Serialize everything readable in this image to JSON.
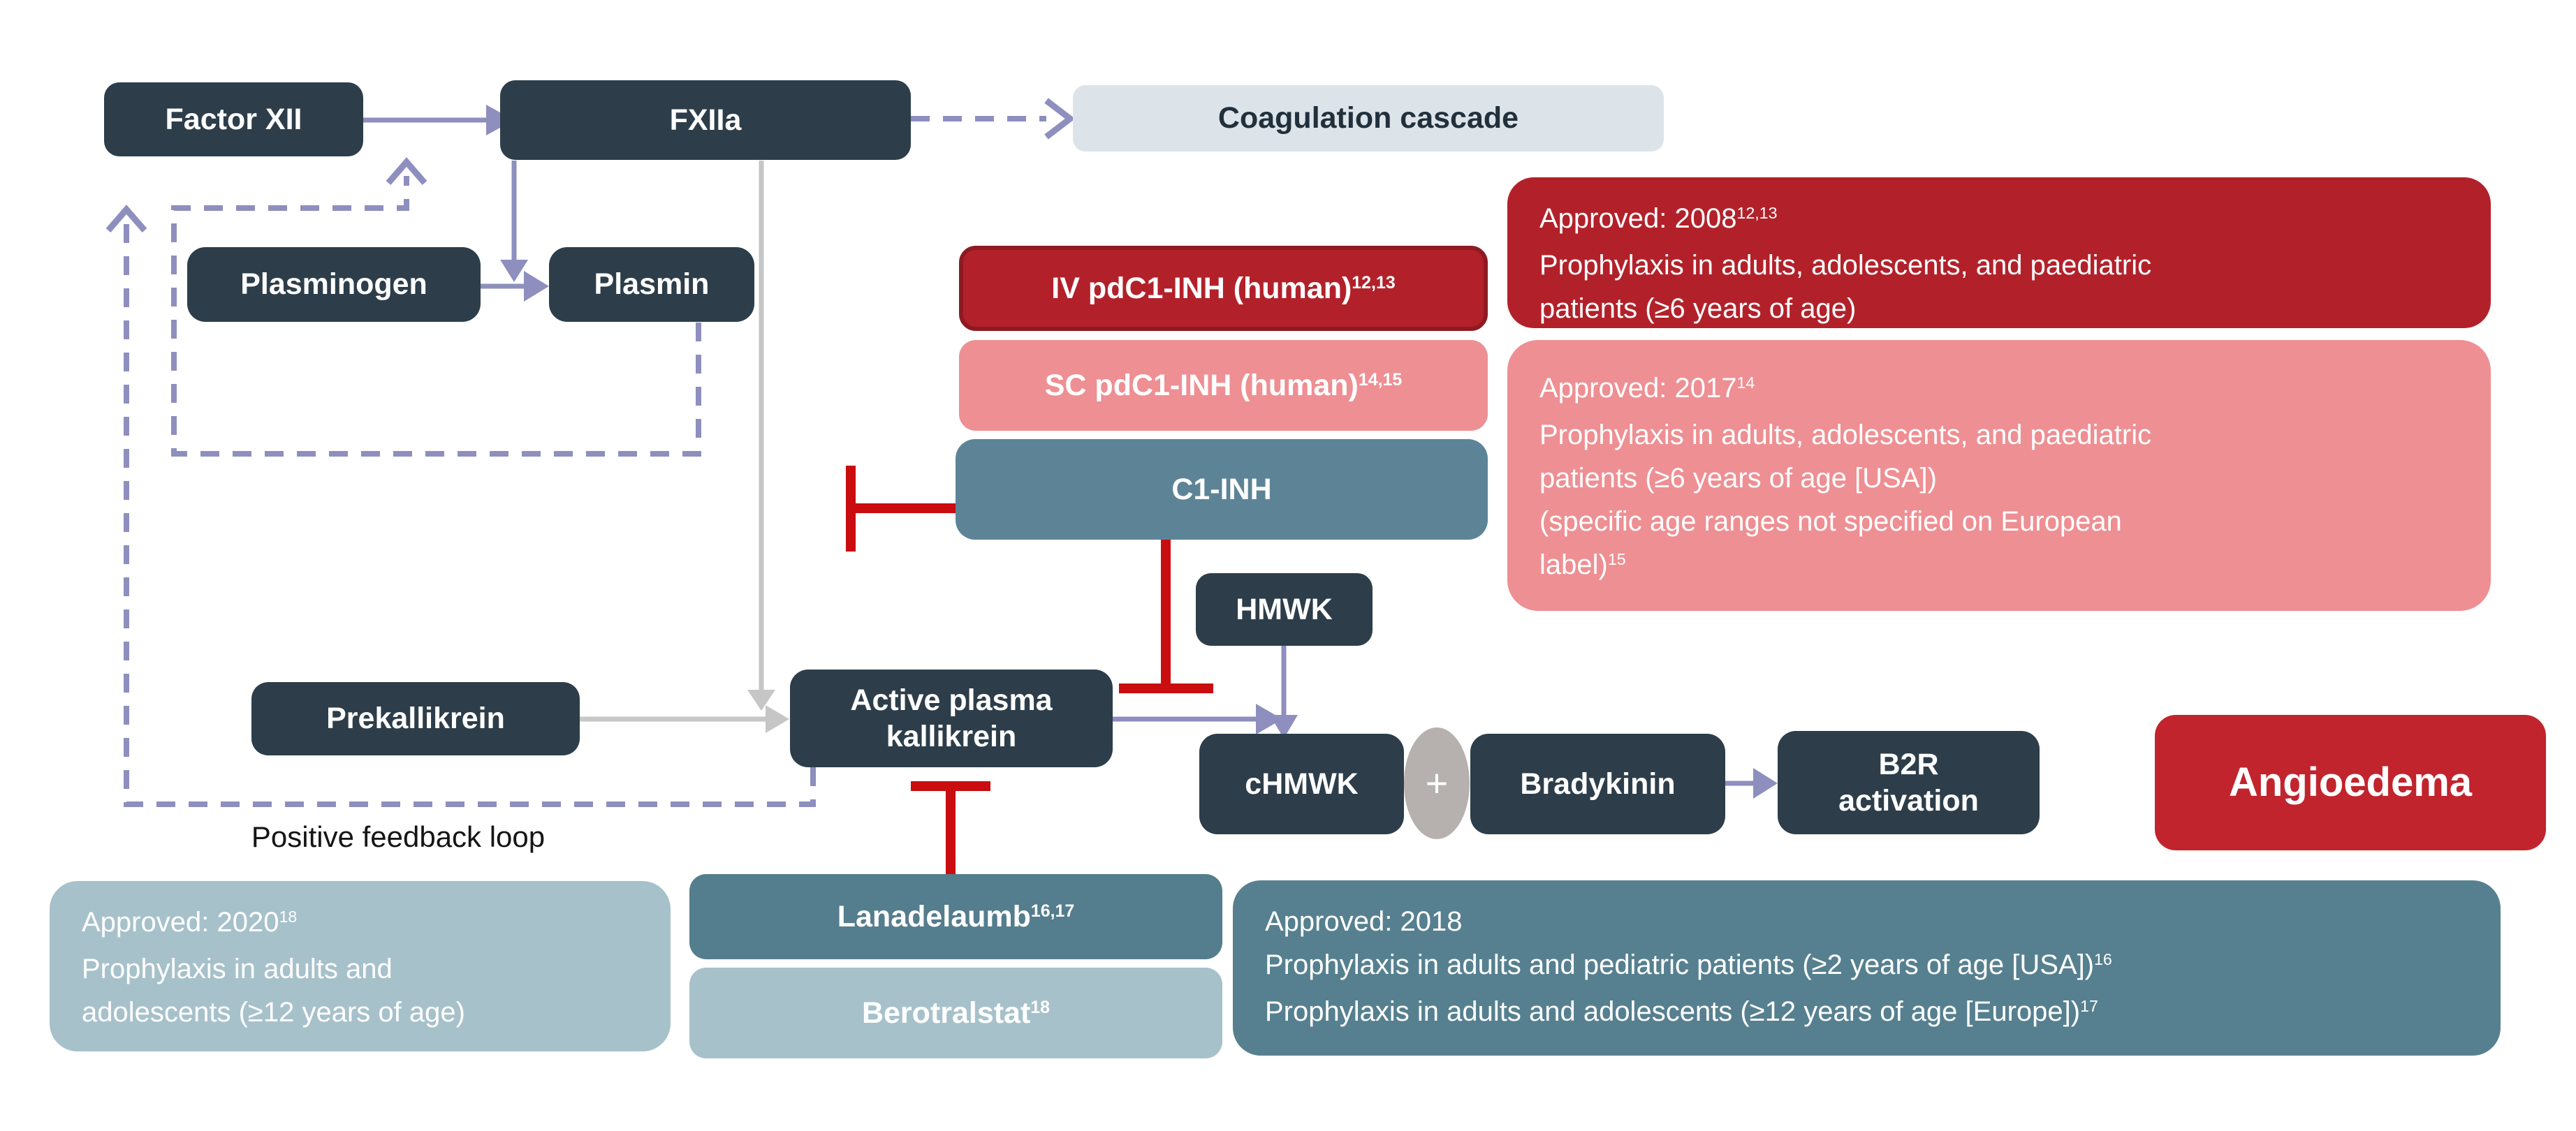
{
  "nodes": {
    "factor_xii": {
      "label": "Factor XII"
    },
    "fxiia": {
      "label": "FXIIa"
    },
    "coagulation": {
      "label": "Coagulation cascade"
    },
    "plasminogen": {
      "label": "Plasminogen"
    },
    "plasmin": {
      "label": "Plasmin"
    },
    "iv_pdc1inh": {
      "label": "IV pdC1-INH (human)",
      "sup": "12,13"
    },
    "sc_pdc1inh": {
      "label": "SC pdC1-INH (human)",
      "sup": "14,15"
    },
    "c1inh": {
      "label": "C1-INH"
    },
    "hmwk": {
      "label": "HMWK"
    },
    "apk": {
      "label": "Active plasma kallikrein"
    },
    "prekallikrein": {
      "label": "Prekallikrein"
    },
    "chmwk": {
      "label": "cHMWK"
    },
    "plus": {
      "label": "+"
    },
    "bradykinin": {
      "label": "Bradykinin"
    },
    "b2r": {
      "line1": "B2R",
      "line2": "activation"
    },
    "angioedema": {
      "label": "Angioedema"
    },
    "lanadelaumb": {
      "label": "Lanadelaumb",
      "sup": "16,17"
    },
    "berotralstat": {
      "label": "Berotralstat",
      "sup": "18"
    },
    "feedback_label": {
      "label": "Positive feedback loop"
    }
  },
  "info_boxes": {
    "approved_2008": {
      "lines": [
        {
          "text": "Approved: 2008",
          "sup": "12,13"
        },
        {
          "text": "Prophylaxis in adults, adolescents, and paediatric"
        },
        {
          "text": "patients (≥6 years of age)"
        }
      ]
    },
    "approved_2017": {
      "lines": [
        {
          "text": "Approved: 2017",
          "sup": "14"
        },
        {
          "text": "Prophylaxis in adults, adolescents, and paediatric"
        },
        {
          "text": "patients (≥6 years of age [USA])"
        },
        {
          "text": "(specific age ranges not specified on European"
        },
        {
          "text": "label)",
          "sup": "15"
        }
      ]
    },
    "approved_2020": {
      "lines": [
        {
          "text": "Approved: 2020",
          "sup": "18"
        },
        {
          "text": "Prophylaxis in adults and"
        },
        {
          "text": "adolescents (≥12 years of age)"
        }
      ]
    },
    "approved_2018": {
      "lines": [
        {
          "text": "Approved: 2018"
        },
        {
          "text": "Prophylaxis in adults and pediatric patients (≥2 years of age [USA])",
          "sup": "16"
        },
        {
          "text": "Prophylaxis in adults and adolescents (≥12 years of age [Europe])",
          "sup": "17"
        }
      ]
    }
  },
  "colors": {
    "node_dark": "#2d3e4a",
    "dark_red": "#b2212a",
    "pink": "#ee8f93",
    "teal": "#5d8496",
    "light_teal": "#a7c1cb",
    "coagulation_panel": "#dce4ea",
    "angioedema_red": "#c1242d",
    "arrow_purple": "#8e8fbe",
    "arrow_gray": "#c6c6c6",
    "inhibit_red": "#ca0d0f",
    "plus_gray": "#b6b1ae"
  }
}
